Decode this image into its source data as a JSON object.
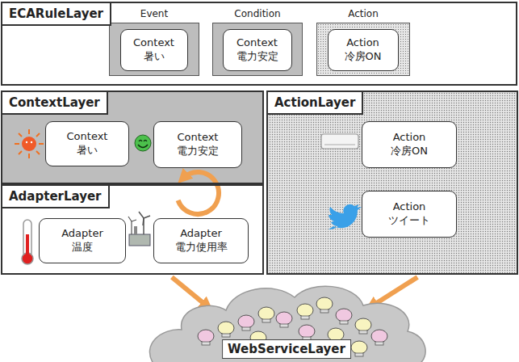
{
  "diagram": {
    "nodes": [
      {
        "text": [
          "ECARuleLayer"
        ]
      },
      {
        "text": [
          "Event"
        ],
        "in": 0
      },
      {
        "text": [
          "Context",
          "暑い"
        ],
        "in": 1
      },
      {
        "text": [
          "Condition"
        ],
        "in": 0
      },
      {
        "text": [
          "Context",
          "電力安定"
        ],
        "in": 3
      },
      {
        "text": [
          "Action"
        ],
        "in": 0
      },
      {
        "text": [
          "Action",
          "冷房ON"
        ],
        "in": 5
      },
      {
        "text": [
          "ContextLayer"
        ]
      },
      {
        "text": [
          "Context",
          "暑い"
        ],
        "in": 7
      },
      {
        "text": [
          "Context",
          "電力安定"
        ],
        "in": 7
      },
      {
        "text": [
          "ActionLayer"
        ]
      },
      {
        "text": [
          "Action",
          "冷房ON"
        ],
        "in": 10
      },
      {
        "text": [
          "Action",
          "ツイート"
        ],
        "in": 10
      },
      {
        "text": [
          "AdapterLayer"
        ]
      },
      {
        "text": [
          "Adapter",
          "温度"
        ],
        "in": 13
      },
      {
        "text": [
          "Adapter",
          "電力使用率"
        ],
        "in": 13
      },
      {
        "text": [
          "WebServiceLayer"
        ]
      }
    ],
    "edges": [
      {
        "from": 15,
        "to": 9,
        "arrow": "to"
      },
      {
        "from": 13,
        "to": 16,
        "arrow": "to"
      },
      {
        "from": 10,
        "to": 16,
        "arrow": "to"
      }
    ]
  }
}
